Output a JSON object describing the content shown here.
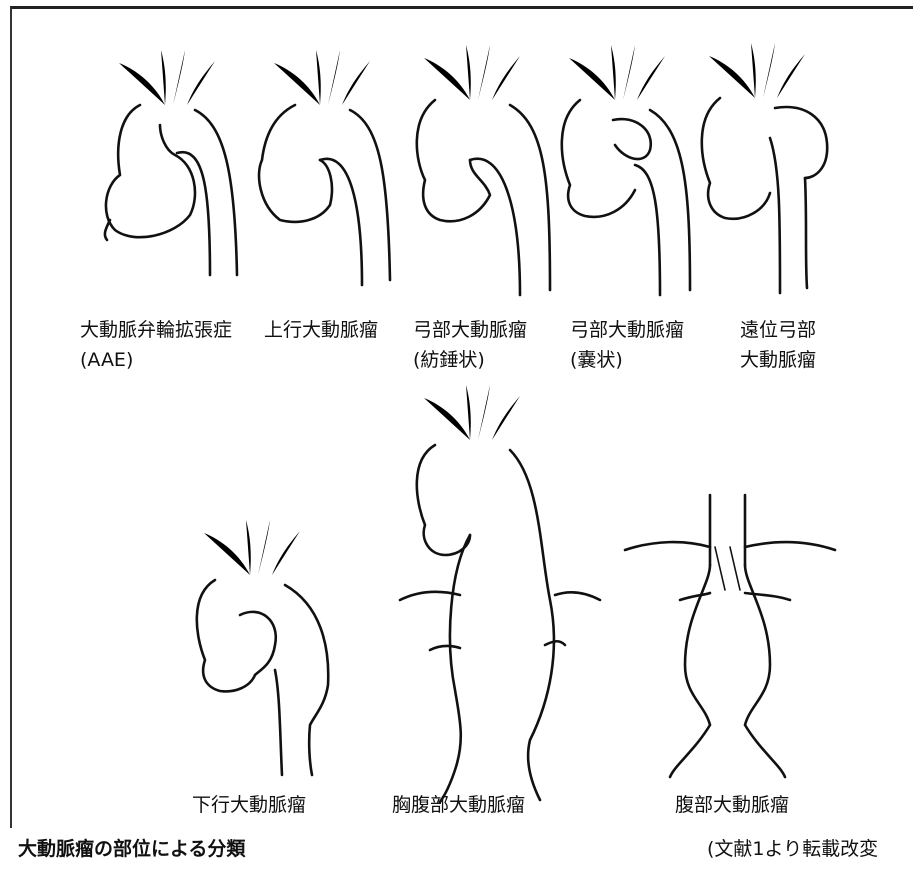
{
  "figures": [
    {
      "id": "aae",
      "lines": [
        "大動脈弁輪拡張症",
        "(AAE)"
      ]
    },
    {
      "id": "ascending",
      "lines": [
        "上行大動脈瘤"
      ]
    },
    {
      "id": "arch-fusiform",
      "lines": [
        "弓部大動脈瘤",
        "(紡錘状)"
      ]
    },
    {
      "id": "arch-saccular",
      "lines": [
        "弓部大動脈瘤",
        "(嚢状)"
      ]
    },
    {
      "id": "distal-arch",
      "lines": [
        "遠位弓部",
        "大動脈瘤"
      ]
    },
    {
      "id": "descending",
      "lines": [
        "下行大動脈瘤"
      ]
    },
    {
      "id": "thoracoabdominal",
      "lines": [
        "胸腹部大動脈瘤"
      ]
    },
    {
      "id": "abdominal",
      "lines": [
        "腹部大動脈瘤"
      ]
    }
  ],
  "caption": "大動脈瘤の部位による分類",
  "source": "(文献1より転載改変"
}
